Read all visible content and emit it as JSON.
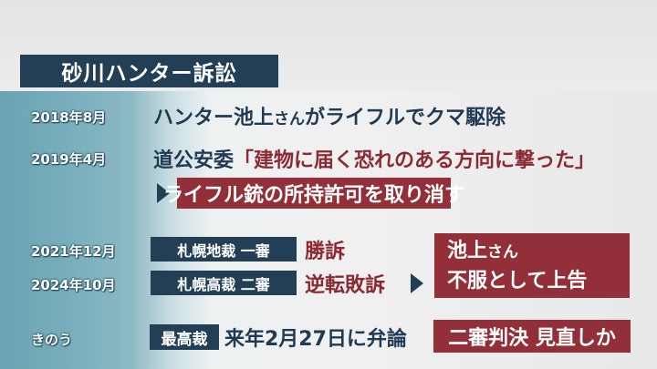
{
  "title": "砂川ハンター訴訟",
  "timeline": [
    {
      "date": "2018年8月",
      "text_main": "ハンター池上",
      "text_kana": "さん",
      "text_rest": "がライフルでクマ駆除"
    },
    {
      "date": "2019年4月",
      "text_prefix": "道公安委",
      "quote": "「建物に届く恐れのある方向に撃った」",
      "result": "ライフル銃の所持許可を取り消す"
    },
    {
      "date": "2021年12月",
      "court": "札幌地裁 一審",
      "verdict": "勝訴"
    },
    {
      "date": "2024年10月",
      "court": "札幌高裁 二審",
      "verdict": "逆転敗訴"
    },
    {
      "date": "きのう",
      "court": "最高裁",
      "text": "来年2月27日に弁論",
      "outlook": "二審判決 見直しか"
    }
  ],
  "appeal_box": {
    "line1_main": "池上",
    "line1_kana": "さん",
    "line2": "不服として上告"
  },
  "colors": {
    "navy": "#233f55",
    "red": "#932f38",
    "teal": "#6aa3b2",
    "text_dark": "#1f3a52"
  }
}
